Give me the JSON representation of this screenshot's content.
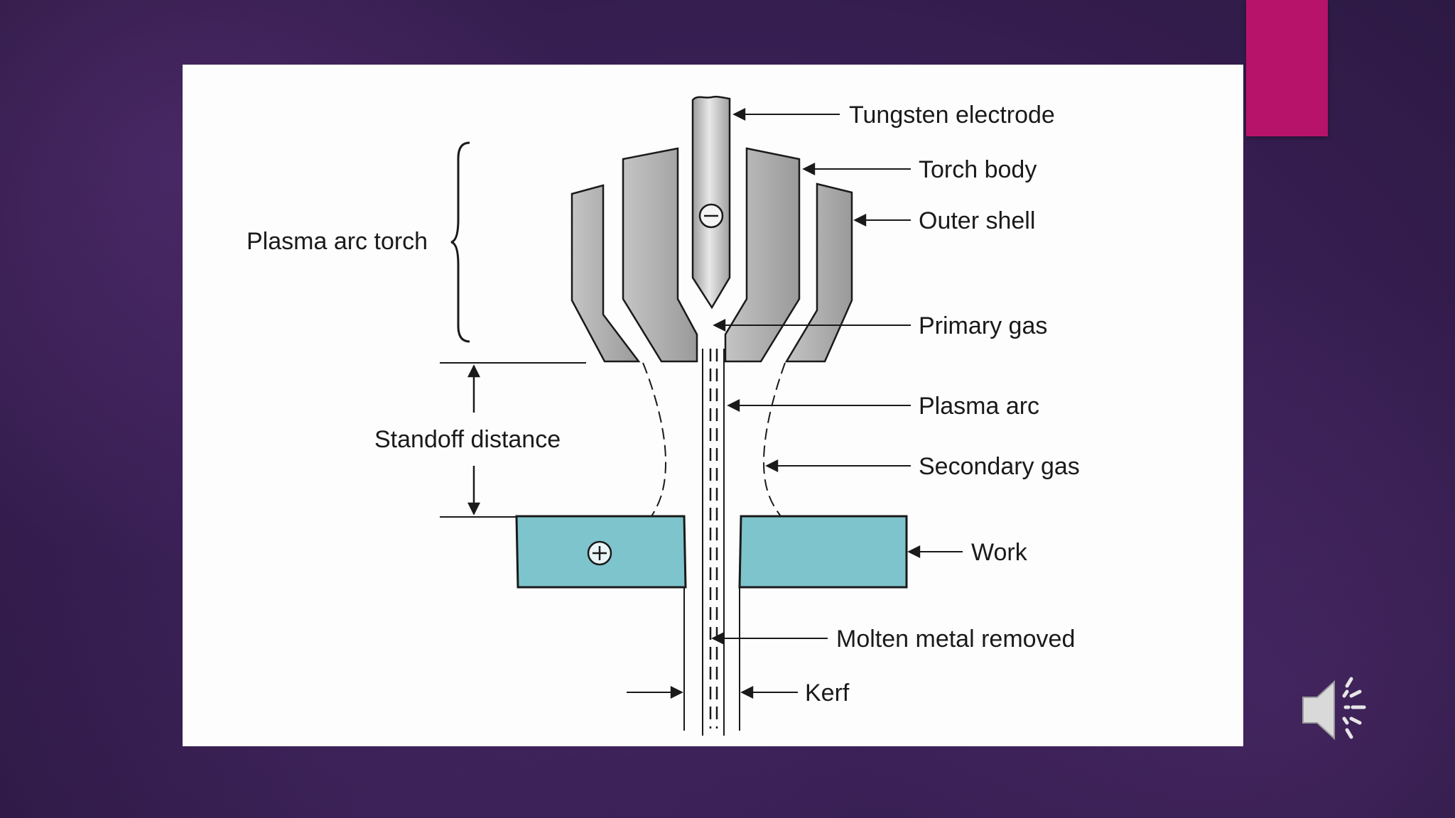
{
  "slide": {
    "accent_color": "#b8136a",
    "background_color": "#3a2056",
    "audio_icon": "speaker-icon"
  },
  "diagram": {
    "labels": {
      "tungsten_electrode": "Tungsten electrode",
      "torch_body": "Torch body",
      "outer_shell": "Outer shell",
      "primary_gas": "Primary gas",
      "plasma_arc": "Plasma arc",
      "secondary_gas": "Secondary gas",
      "work": "Work",
      "molten_metal_removed": "Molten metal removed",
      "kerf": "Kerf",
      "plasma_arc_torch": "Plasma arc torch",
      "standoff_distance": "Standoff distance"
    },
    "symbols": {
      "electrode_polarity": "⊖",
      "work_polarity": "⊕"
    },
    "colors": {
      "work_fill": "#7ec4cc",
      "torch_fill": "#a9a9a9",
      "line": "#1a1a1a"
    }
  }
}
